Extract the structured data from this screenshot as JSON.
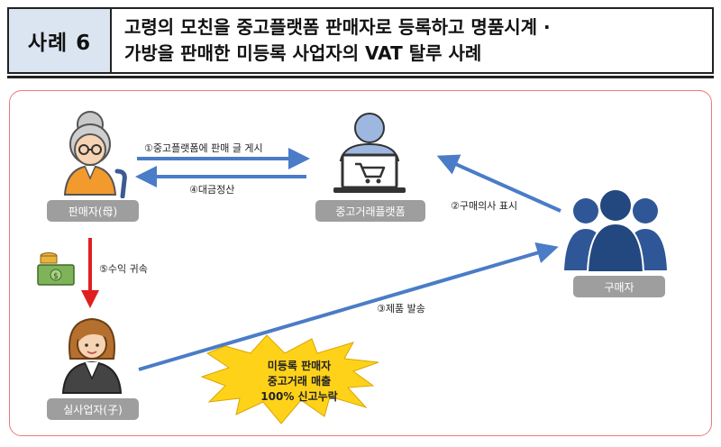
{
  "header": {
    "case_label": "사례 6",
    "title_line1": "고령의 모친을 중고플랫폼 판매자로 등록하고 명품시계 ·",
    "title_line2": "가방을 판매한 미등록 사업자의 VAT 탈루 사례"
  },
  "nodes": {
    "seller": "판매자(母)",
    "platform": "중고거래플랫폼",
    "buyer": "구매자",
    "operator": "실사업자(子)"
  },
  "steps": {
    "step1": "①중고플랫폼에 판매 글 게시",
    "step2": "②구매의사 표시",
    "step3": "③제품 발송",
    "step4": "④대금정산",
    "step5": "⑤수익 귀속"
  },
  "callout": {
    "line1": "미등록 판매자",
    "line2": "중고거래 매출",
    "line3": "100% 신고누락"
  },
  "colors": {
    "arrow_blue": "#4a7cc7",
    "arrow_red": "#e02020",
    "label_gray": "#9e9e9e",
    "star_yellow": "#ffd21a",
    "frame_pink": "#e87b7b"
  },
  "icons": [
    "elderly-woman-icon",
    "laptop-cart-icon",
    "buyers-group-icon",
    "young-woman-icon",
    "money-icon"
  ]
}
